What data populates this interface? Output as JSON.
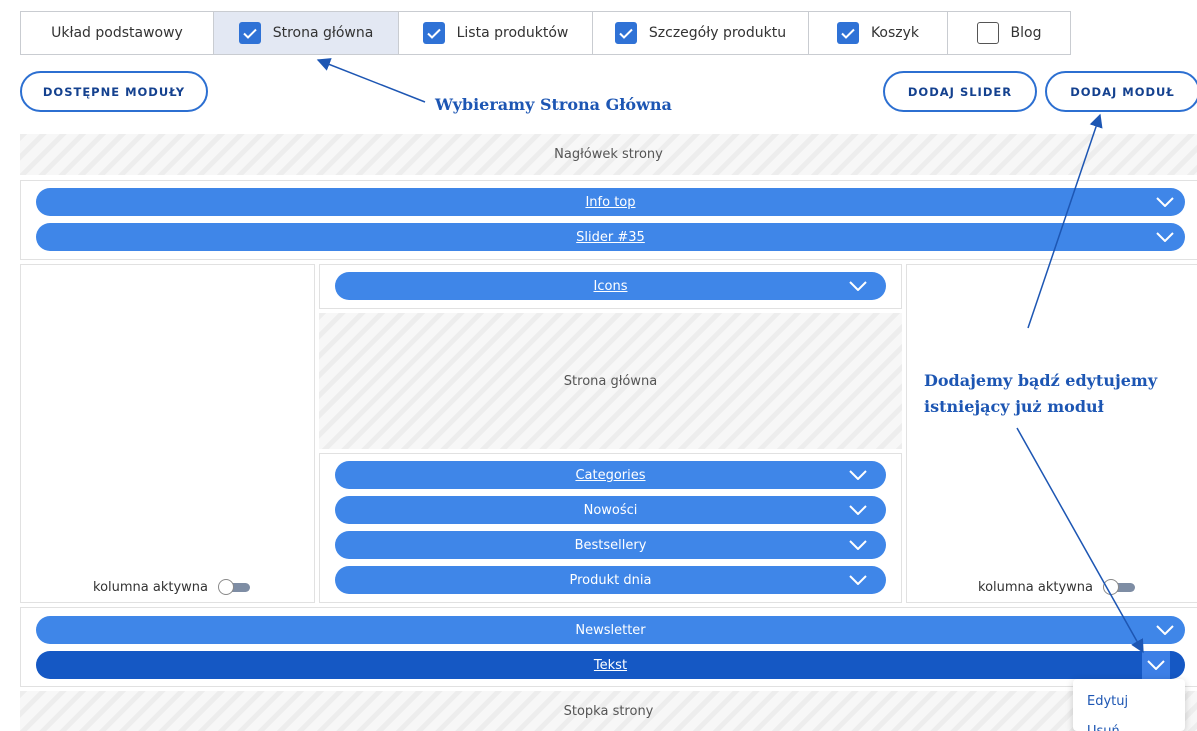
{
  "tabs": [
    {
      "label": "Układ podstawowy",
      "checkbox": null,
      "active": false
    },
    {
      "label": "Strona główna",
      "checkbox": true,
      "active": true
    },
    {
      "label": "Lista produktów",
      "checkbox": true,
      "active": false
    },
    {
      "label": "Szczegóły produktu",
      "checkbox": true,
      "active": false
    },
    {
      "label": "Koszyk",
      "checkbox": true,
      "active": false
    },
    {
      "label": "Blog",
      "checkbox": false,
      "active": false
    }
  ],
  "buttons": {
    "available_modules": "DOSTĘPNE MODUŁY",
    "add_slider": "DODAJ SLIDER",
    "add_module": "DODAJ MODUŁ"
  },
  "annotations": {
    "select_main_page": "Wybieramy Strona Główna",
    "add_or_edit_line1": "Dodajemy bądź edytujemy",
    "add_or_edit_line2": "istniejący już moduł"
  },
  "zones": {
    "header": "Nagłówek strony",
    "main_page": "Strona główna",
    "footer": "Stopka strony"
  },
  "top_modules": [
    {
      "label": "Info top",
      "underlined": true
    },
    {
      "label": "Slider #35",
      "underlined": true
    }
  ],
  "center_top_modules": [
    {
      "label": "Icons",
      "underlined": true
    }
  ],
  "center_bottom_modules": [
    {
      "label": "Categories",
      "underlined": true
    },
    {
      "label": "Nowości",
      "underlined": false
    },
    {
      "label": "Bestsellery",
      "underlined": false
    },
    {
      "label": "Produkt dnia",
      "underlined": false
    }
  ],
  "bottom_modules": [
    {
      "label": "Newsletter",
      "underlined": false
    },
    {
      "label": "Tekst",
      "underlined": true
    }
  ],
  "columns": {
    "left_toggle_label": "kolumna aktywna",
    "right_toggle_label": "kolumna aktywna",
    "left_active": false,
    "right_active": false
  },
  "dropdown": {
    "items": [
      "Edytuj",
      "Usuń"
    ]
  },
  "colors": {
    "accent": "#3f86e8",
    "accent_dark": "#1558c4",
    "annotation": "#1d56b3",
    "outline": "#2c6fd1"
  }
}
